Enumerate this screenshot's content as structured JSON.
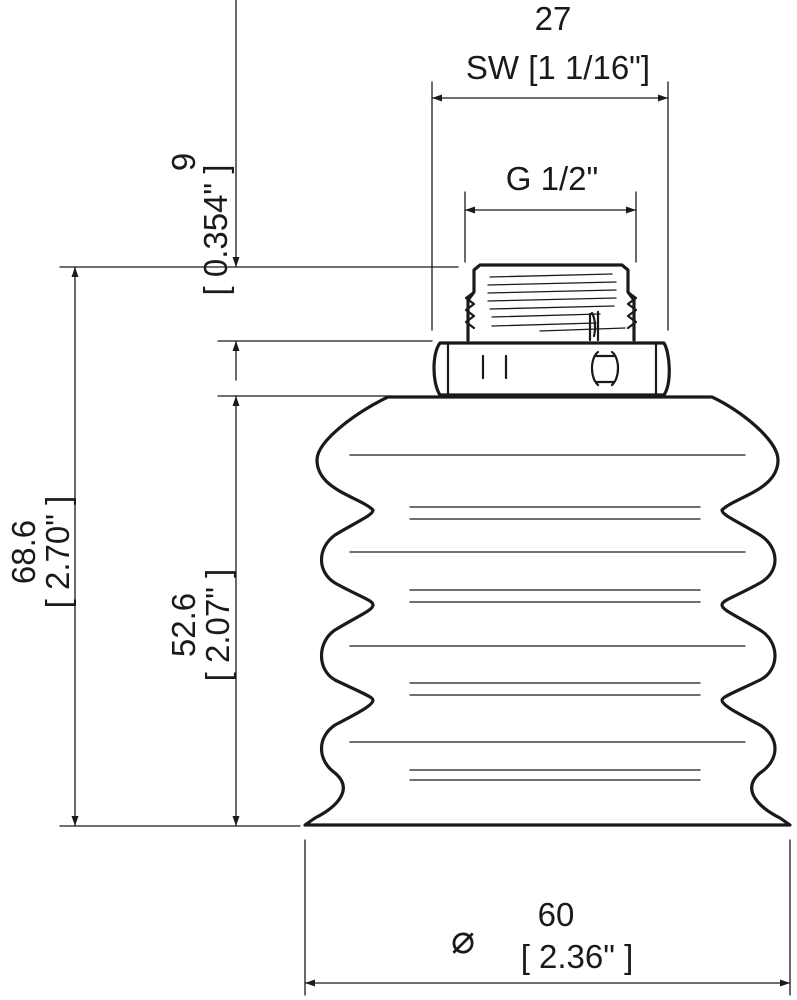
{
  "dimensions": {
    "sw": {
      "value": "27",
      "sub": "SW [1 1/16\"]"
    },
    "thread": {
      "label": "G 1/2\""
    },
    "nipple_height": {
      "value": "9",
      "sub": "[ 0.354\" ]"
    },
    "total_height": {
      "value": "68.6",
      "sub": "[ 2.70\" ]"
    },
    "bellows_height": {
      "value": "52.6",
      "sub": "[ 2.07\" ]"
    },
    "diameter": {
      "symbol": "⌀",
      "value": "60",
      "sub": "[ 2.36\" ]"
    }
  },
  "colors": {
    "ink": "#1a1a1a",
    "background": "#ffffff"
  }
}
